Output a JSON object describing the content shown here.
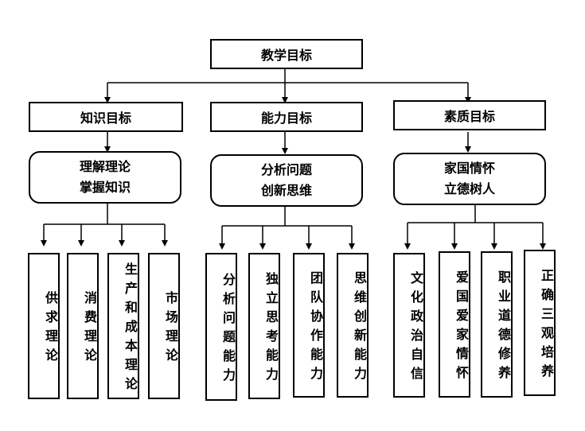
{
  "root": {
    "label": "教学目标"
  },
  "categories": [
    {
      "label": "知识目标",
      "goal_line1": "理解理论",
      "goal_line2": "掌握知识",
      "items": [
        "供求理论",
        "消费理论",
        "生产和成本理论",
        "市场理论"
      ]
    },
    {
      "label": "能力目标",
      "goal_line1": "分析问题",
      "goal_line2": "创新思维",
      "items": [
        "分析问题能力",
        "独立思考能力",
        "团队协作能力",
        "思维创新能力"
      ]
    },
    {
      "label": "素质目标",
      "goal_line1": "家国情怀",
      "goal_line2": "立德树人",
      "items": [
        "文化政治自信",
        "爱国爱家情怀",
        "职业道德修养",
        "正确三观培养"
      ]
    }
  ]
}
